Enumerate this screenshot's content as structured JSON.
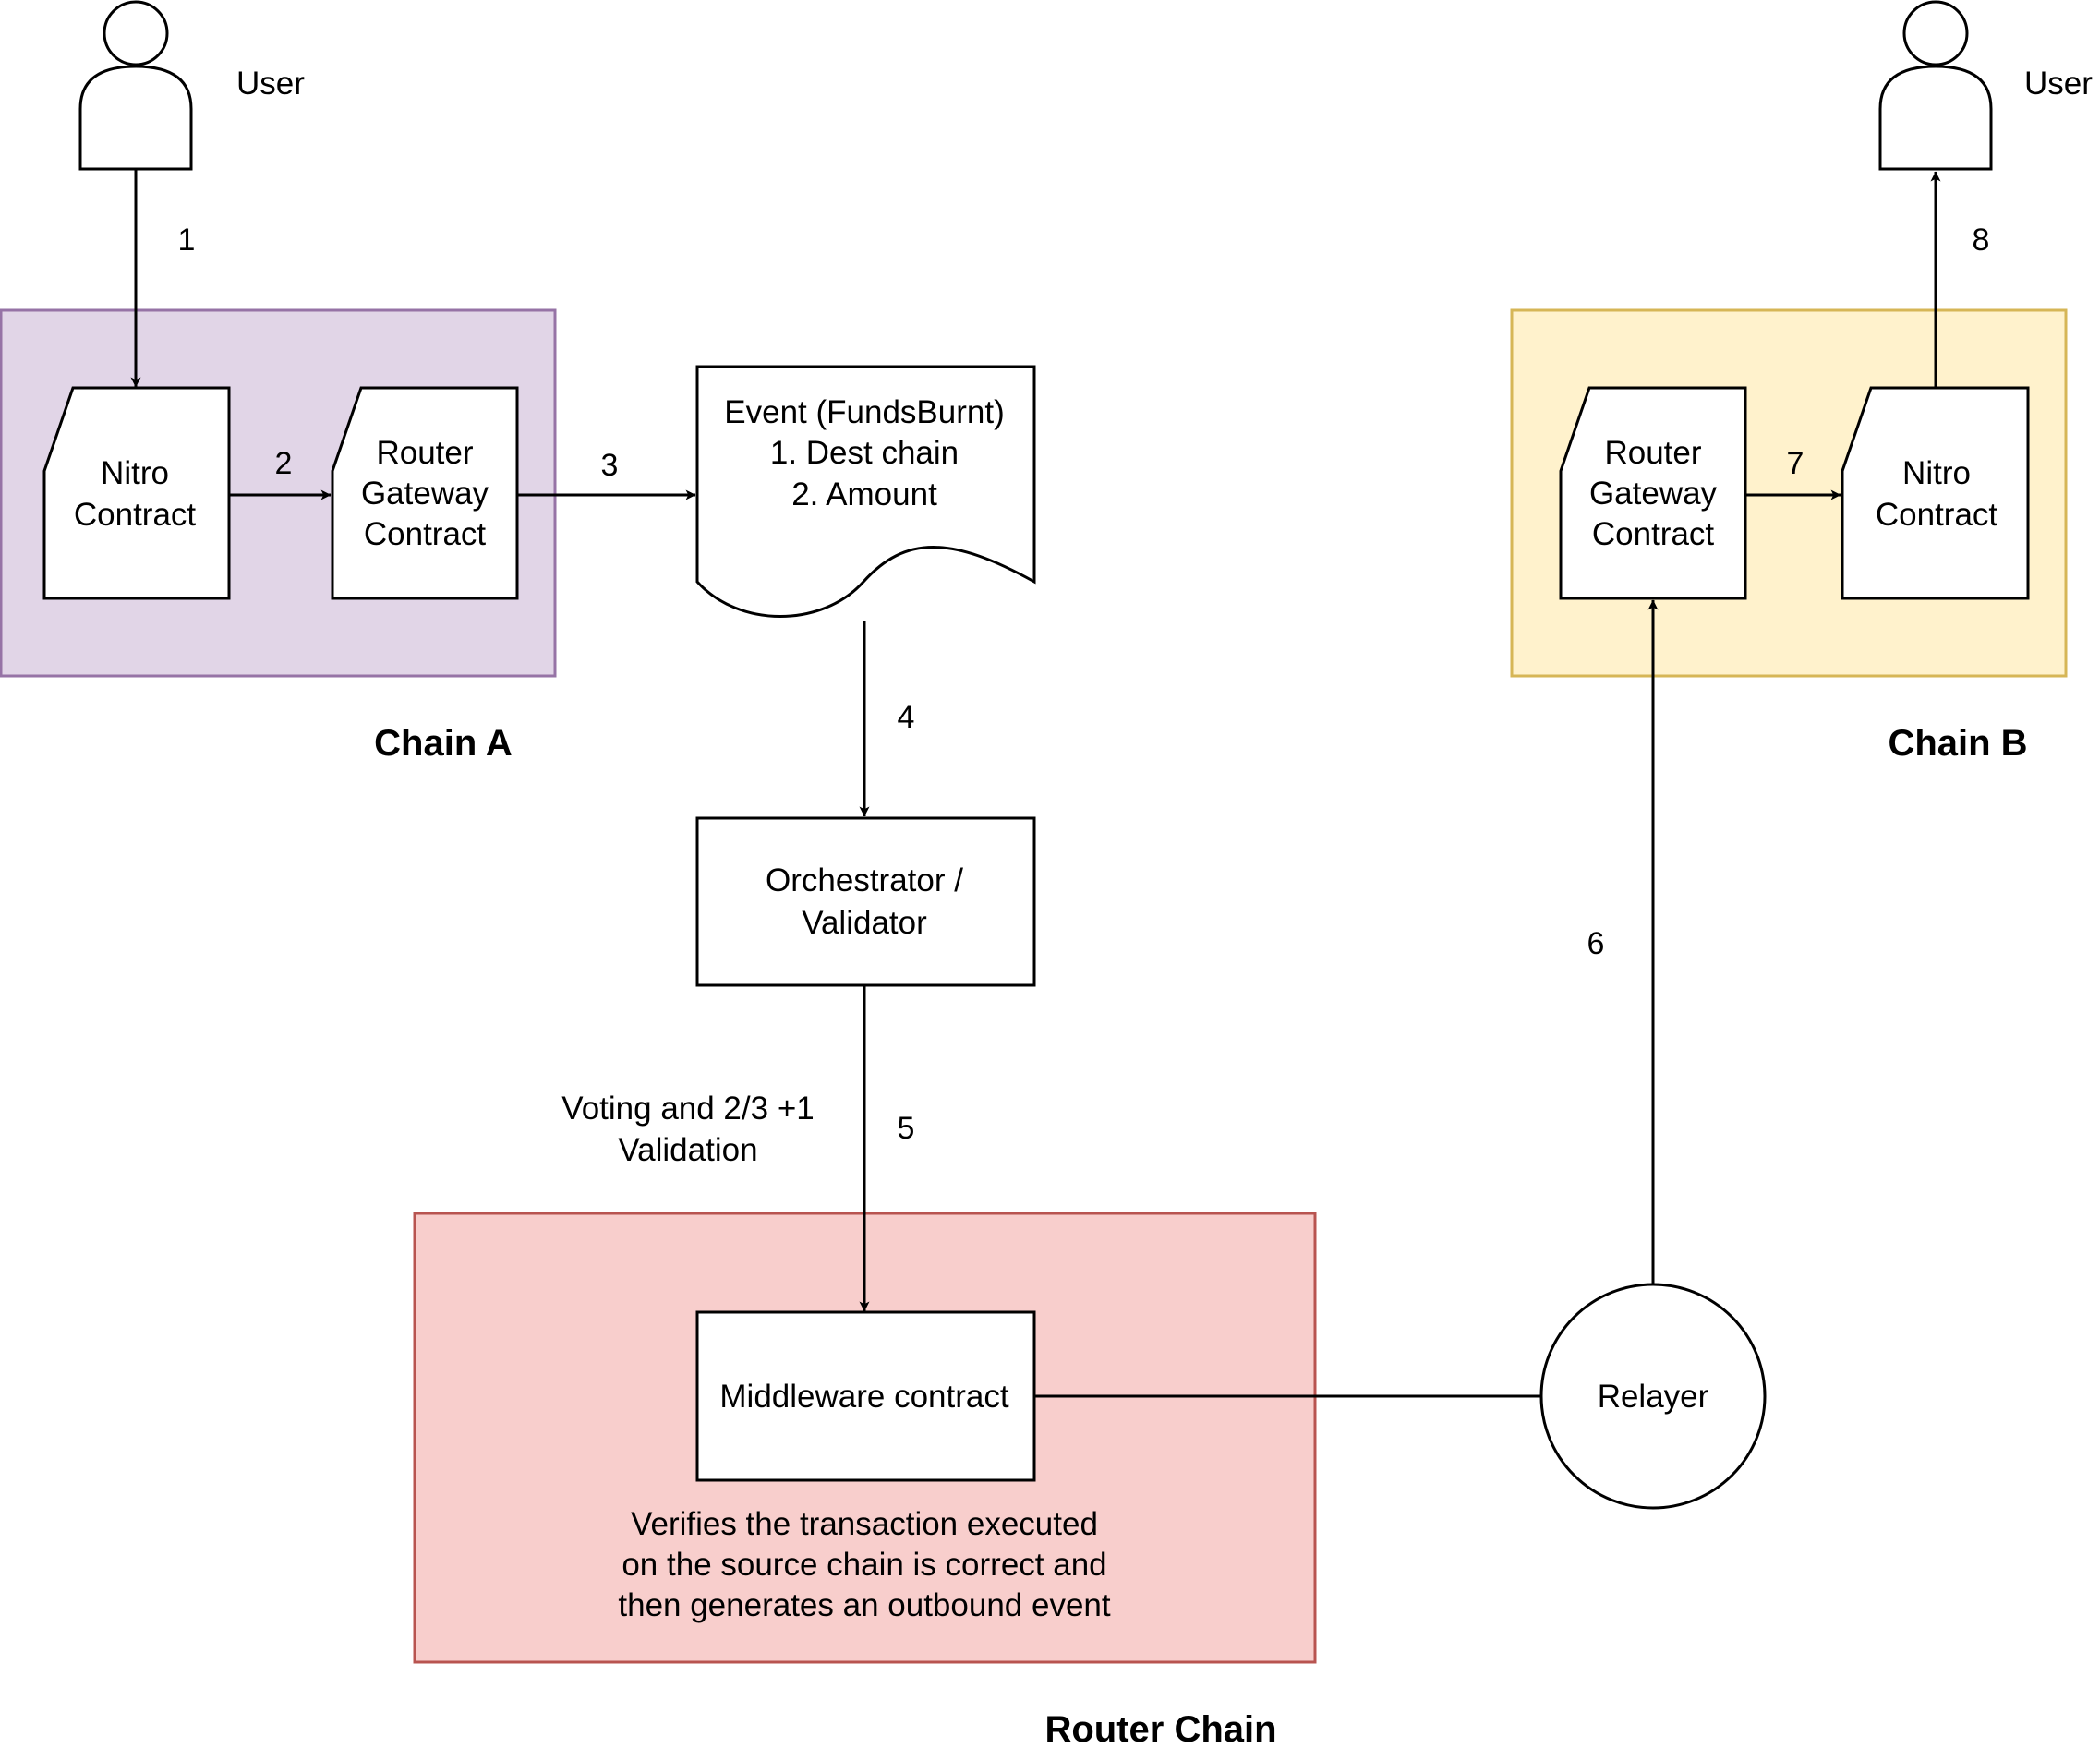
{
  "colors": {
    "chain_a_fill": "#e1d5e7",
    "chain_a_stroke": "#9673a6",
    "chain_b_fill": "#fff2cc",
    "chain_b_stroke": "#d6b656",
    "router_chain_fill": "#f8cecc",
    "router_chain_stroke": "#b85450",
    "stroke": "#000000"
  },
  "actors": {
    "user_left": "User",
    "user_right": "User"
  },
  "chain_a": {
    "title": "Chain A",
    "nitro": [
      "Nitro",
      "Contract"
    ],
    "gateway": [
      "Router",
      "Gateway",
      "Contract"
    ]
  },
  "chain_b": {
    "title": "Chain B",
    "gateway": [
      "Router",
      "Gateway",
      "Contract"
    ],
    "nitro": [
      "Nitro",
      "Contract"
    ]
  },
  "event": {
    "lines": [
      "Event (FundsBurnt)",
      "1. Dest chain",
      "2. Amount"
    ]
  },
  "orchestrator": {
    "lines": [
      "Orchestrator /",
      "Validator"
    ]
  },
  "voting": {
    "lines": [
      "Voting and 2/3 +1",
      "Validation"
    ]
  },
  "router_chain": {
    "title": "Router Chain",
    "middleware": "Middleware contract",
    "description": [
      "Verifies the transaction executed",
      "on the source chain is correct and",
      "then generates an outbound event"
    ]
  },
  "relayer": "Relayer",
  "steps": [
    "1",
    "2",
    "3",
    "4",
    "5",
    "6",
    "7",
    "8"
  ]
}
